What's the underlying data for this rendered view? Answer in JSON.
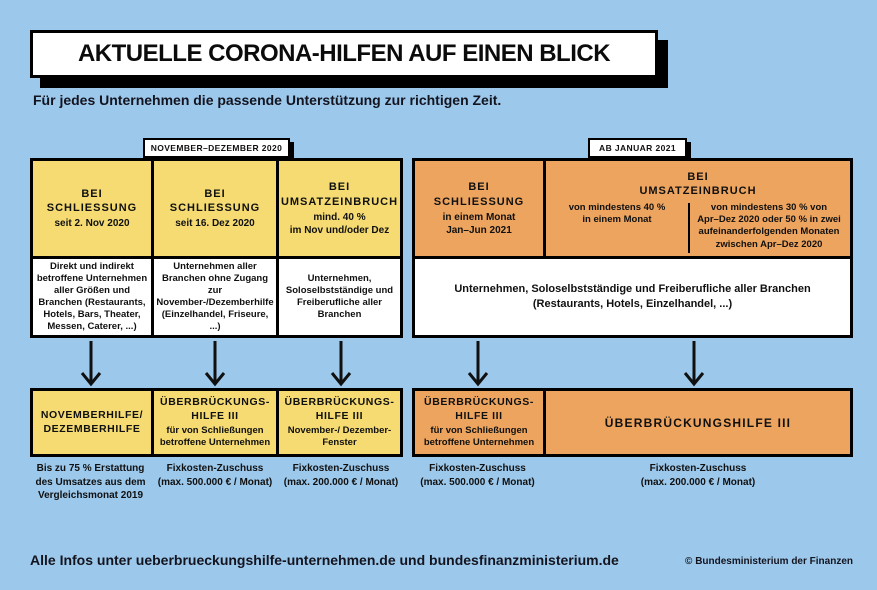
{
  "colors": {
    "background_blue": "#9CC8EB",
    "yellow": "#F5DB72",
    "orange": "#ECA45F",
    "box_white": "#FFFFFF",
    "border_black": "#000000"
  },
  "header": {
    "title": "AKTUELLE CORONA-HILFEN AUF EINEN BLICK",
    "subtitle": "Für jedes Unternehmen die passende Unterstützung zur richtigen Zeit."
  },
  "period_labels": {
    "left": "NOVEMBER–DEZEMBER 2020",
    "right": "AB JANUAR 2021"
  },
  "nov_dez_group": {
    "conditions": [
      {
        "title": "BEI\nSCHLIESSUNG",
        "detail": "seit 2. Nov 2020"
      },
      {
        "title": "BEI\nSCHLIESSUNG",
        "detail": "seit 16. Dez 2020"
      },
      {
        "title": "BEI\nUMSATZEINBRUCH",
        "detail": "mind. 40 %\nim Nov und/oder Dez"
      }
    ],
    "audiences": [
      "Direkt und indirekt betroffene Unternehmen aller Größen und Branchen (Restaurants, Hotels, Bars, Theater, Messen, Caterer, ...)",
      "Unternehmen aller Branchen ohne Zugang zur November-/Dezemberhilfe (Einzelhandel, Friseure, ...)",
      "Unternehmen, Soloselbstständige und Freiberufliche aller Branchen"
    ],
    "programs": [
      {
        "title": "NOVEMBERHILFE/\nDEZEMBERHILFE",
        "detail": ""
      },
      {
        "title": "ÜBERBRÜCKUNGS-\nHILFE III",
        "detail": "für von Schließungen\nbetroffene Unternehmen"
      },
      {
        "title": "ÜBERBRÜCKUNGS-\nHILFE III",
        "detail": "November-/ Dezember-\nFenster"
      }
    ],
    "footnotes": [
      "Bis zu 75 % Erstattung\ndes Umsatzes aus dem\nVergleichsmonat 2019",
      "Fixkosten-Zuschuss\n(max. 500.000 € / Monat)",
      "Fixkosten-Zuschuss\n(max. 200.000 € / Monat)"
    ]
  },
  "jan_group": {
    "condition_schliessung": {
      "title": "BEI\nSCHLIESSUNG",
      "detail": "in einem Monat\nJan–Jun 2021"
    },
    "condition_umsatzeinbruch": {
      "title": "BEI\nUMSATZEINBRUCH",
      "left": "von mindestens 40 %\nin einem Monat",
      "right": "von mindestens 30 % von\nApr–Dez 2020 oder 50 % in zwei\naufeinanderfolgenden Monaten\nzwischen Apr–Dez 2020"
    },
    "audience": "Unternehmen, Soloselbstständige und Freiberufliche aller Branchen\n(Restaurants, Hotels, Einzelhandel, ...)",
    "programs": [
      {
        "title": "ÜBERBRÜCKUNGS-\nHILFE III",
        "detail": "für von Schließungen\nbetroffene Unternehmen"
      },
      {
        "title": "ÜBERBRÜCKUNGSHILFE III",
        "detail": ""
      }
    ],
    "footnotes": [
      "Fixkosten-Zuschuss\n(max. 500.000 € / Monat)",
      "Fixkosten-Zuschuss\n(max. 200.000 € / Monat)"
    ]
  },
  "footer": {
    "info": "Alle Infos unter ueberbrueckungshilfe-unternehmen.de und bundesfinanzministerium.de",
    "copyright": "© Bundesministerium der Finanzen"
  }
}
